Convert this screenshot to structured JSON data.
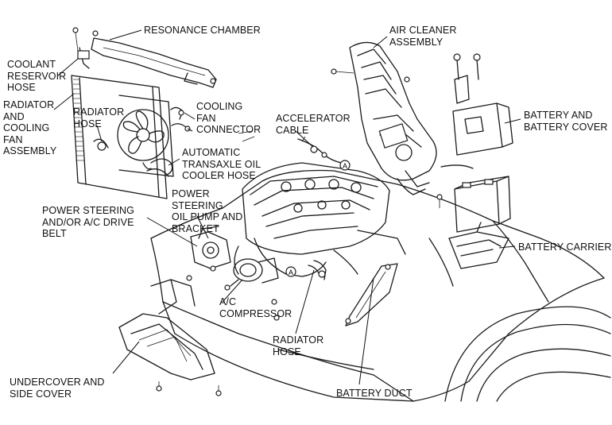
{
  "labels": {
    "resonance_chamber": "RESONANCE CHAMBER",
    "coolant_reservoir_hose": "COOLANT\nRESERVOIR\nHOSE",
    "radiator_fan_assembly": "RADIATOR\nAND\nCOOLING\nFAN\nASSEMBLY",
    "radiator_hose_upper": "RADIATOR\nHOSE",
    "cooling_fan_connector": "COOLING\nFAN\nCONNECTOR",
    "automatic_transaxle_oil_cooler_hose": "AUTOMATIC\nTRANSAXLE OIL\nCOOLER HOSE",
    "accelerator_cable": "ACCELERATOR\nCABLE",
    "air_cleaner_assembly": "AIR CLEANER\nASSEMBLY",
    "battery_and_cover": "BATTERY AND\nBATTERY COVER",
    "battery_carrier": "BATTERY CARRIER",
    "power_steering_pump_bracket": "POWER\nSTEERING\nOIL PUMP AND\nBRACKET",
    "drive_belt": "POWER STEERING\nAND/OR A/C DRIVE\nBELT",
    "ac_compressor": "A/C\nCOMPRESSOR",
    "radiator_hose_lower": "RADIATOR\nHOSE",
    "undercover_side_cover": "UNDERCOVER AND\nSIDE COVER",
    "battery_duct": "BATTERY DUCT",
    "marker_a_1": "A",
    "marker_a_2": "A"
  },
  "colors": {
    "ink": "#1a1a1a",
    "paper": "#ffffff"
  }
}
